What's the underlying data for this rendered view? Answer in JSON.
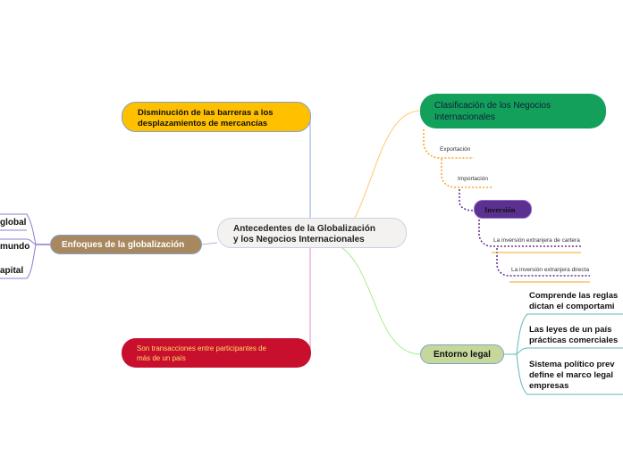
{
  "central": {
    "label_line1": "Antecedentes de la Globalización",
    "label_line2": "y los Negocios Internacionales"
  },
  "top_left": {
    "label_line1": "Disminución de las barreras a los",
    "label_line2": "desplazamientos de mercancías",
    "color": "#FFC000"
  },
  "bottom_left": {
    "label_line1": "Son transacciones entre participantes de",
    "label_line2": "más de un país",
    "color": "#C8102E"
  },
  "enfoques": {
    "label": "Enfoques de la globalización",
    "color": "#A8885E",
    "children": [
      "global",
      "mundo",
      "apital"
    ]
  },
  "clasificacion": {
    "label_line1": "Clasificación de los Negocios",
    "label_line2": "Internacionales",
    "color": "#12A05A",
    "exportacion": "Exportación",
    "importacion": "Importación",
    "inversion": "Inversión",
    "cartera": "La inversión extranjera de cartera",
    "directa": "La inversión extranjera directa"
  },
  "entorno": {
    "label": "Entorno legal",
    "color": "#C5D89A",
    "item1_line1": "Comprende las reglas",
    "item1_line2": "dictan el comportami",
    "item2_line1": "Las leyes de un país",
    "item2_line2": "prácticas comerciales",
    "item3_line1": "Sistema político prev",
    "item3_line2": "define el marco legal",
    "item3_line3": "empresas"
  }
}
